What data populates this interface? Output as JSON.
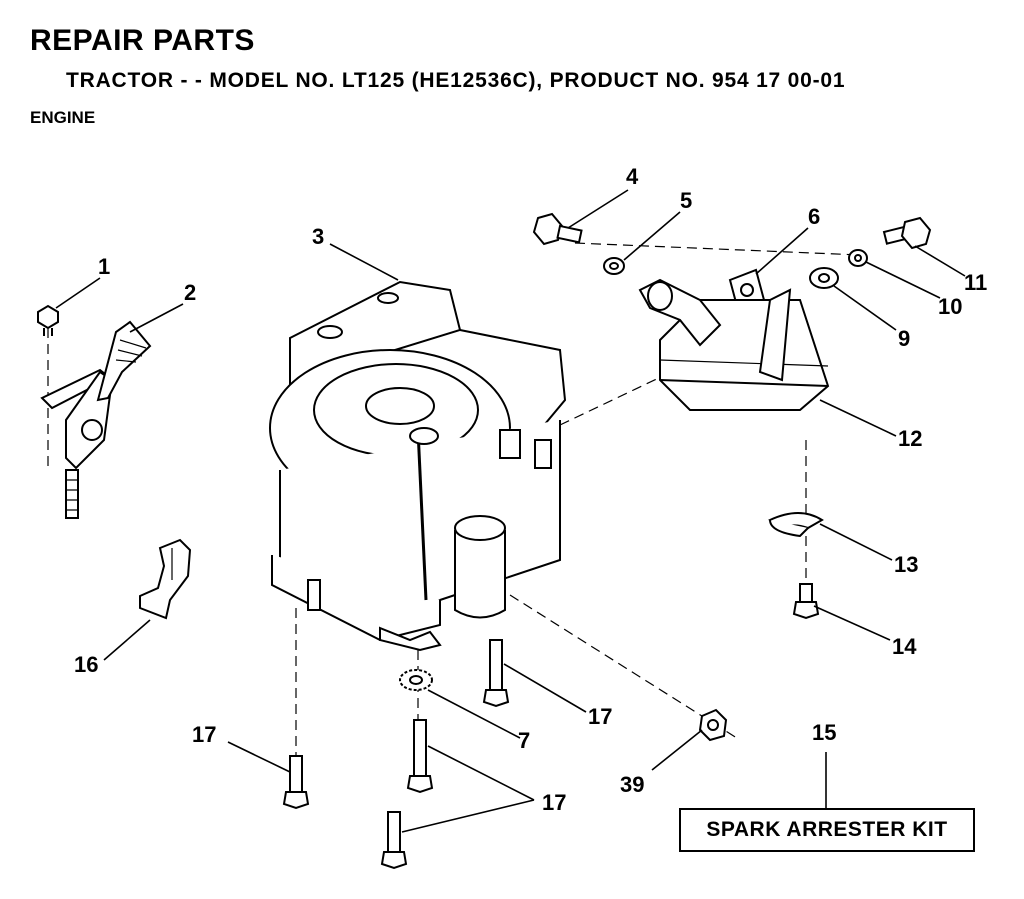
{
  "header": {
    "title": "REPAIR PARTS",
    "subtitle": "TRACTOR - - MODEL NO. LT125 (HE12536C),  PRODUCT NO. 954 17 00-01",
    "section": "ENGINE"
  },
  "callouts": {
    "c1": "1",
    "c2": "2",
    "c3": "3",
    "c4": "4",
    "c5": "5",
    "c6": "6",
    "c7": "7",
    "c9": "9",
    "c10": "10",
    "c11": "11",
    "c12": "12",
    "c13": "13",
    "c14": "14",
    "c15": "15",
    "c16": "16",
    "c17a": "17",
    "c17b": "17",
    "c17c": "17",
    "c39": "39"
  },
  "kit": {
    "label": "SPARK ARRESTER KIT"
  }
}
